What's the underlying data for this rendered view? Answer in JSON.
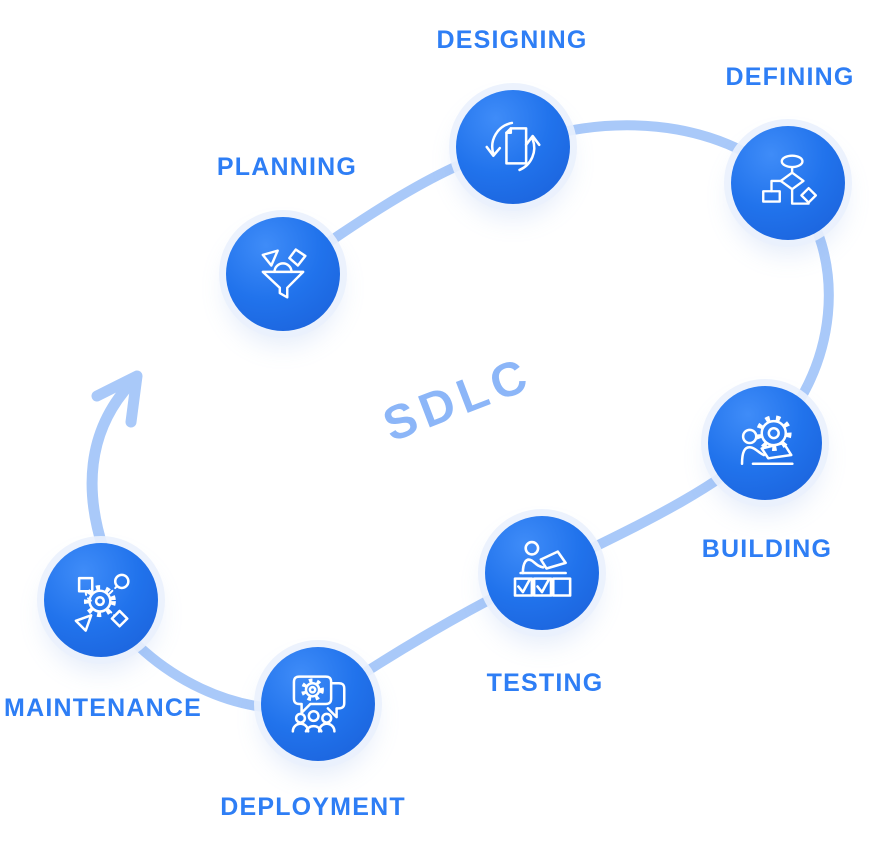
{
  "diagram": {
    "center_label": "SDLC",
    "stages": [
      {
        "label": "PLANNING",
        "icon": "funnel-icon"
      },
      {
        "label": "DESIGNING",
        "icon": "document-sync-icon"
      },
      {
        "label": "DEFINING",
        "icon": "flowchart-icon"
      },
      {
        "label": "BUILDING",
        "icon": "developer-gear-icon"
      },
      {
        "label": "TESTING",
        "icon": "test-checklist-icon"
      },
      {
        "label": "DEPLOYMENT",
        "icon": "chat-gear-team-icon"
      },
      {
        "label": "MAINTENANCE",
        "icon": "gear-shapes-icon"
      }
    ],
    "colors": {
      "node_fill": "#2173ec",
      "node_fill_light": "#3f8cf8",
      "node_fill_dark": "#1a5fd8",
      "label_text": "#2e7ef5",
      "connector": "#a9c9f9",
      "center_text": "#8cb6f8",
      "icon_stroke": "#ffffff",
      "background": "#ffffff"
    }
  }
}
